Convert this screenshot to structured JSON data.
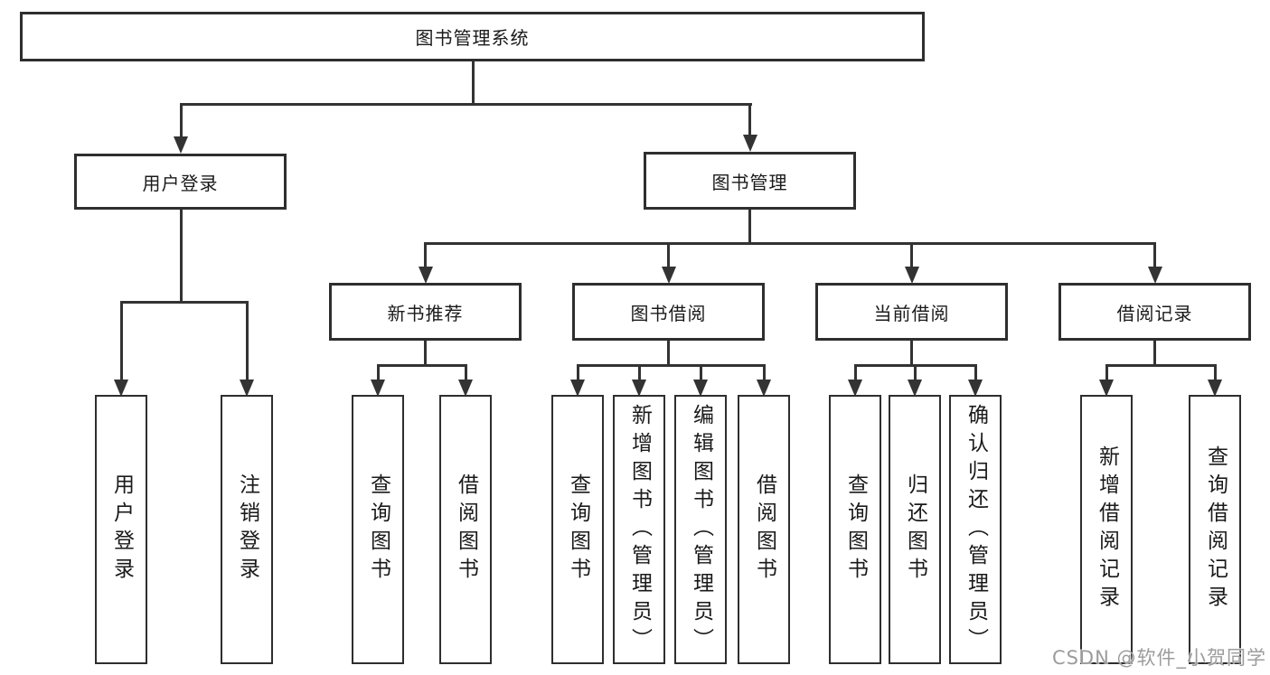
{
  "nodes": {
    "root": "图书管理系统",
    "user_login": "用户登录",
    "book_mgmt": "图书管理",
    "new_books": "新书推荐",
    "book_borrow": "图书借阅",
    "current_borrow": "当前借阅",
    "borrow_records": "借阅记录"
  },
  "leaves": {
    "user_login": [
      "用户登录",
      "注销登录"
    ],
    "new_books": [
      "查询图书",
      "借阅图书"
    ],
    "book_borrow": [
      "查询图书",
      "新增图书（管理员）",
      "编辑图书（管理员）",
      "借阅图书"
    ],
    "current_borrow": [
      "查询图书",
      "归还图书",
      "确认归还（管理员）"
    ],
    "borrow_records": [
      "新增借阅记录",
      "查询借阅记录"
    ]
  },
  "watermark": "CSDN @软件_小贺同学",
  "colors": {
    "line": "#333333",
    "border": "#2e2e2e",
    "text": "#1a1a1a",
    "watermark": "#9c9c9c",
    "background": "#ffffff"
  }
}
